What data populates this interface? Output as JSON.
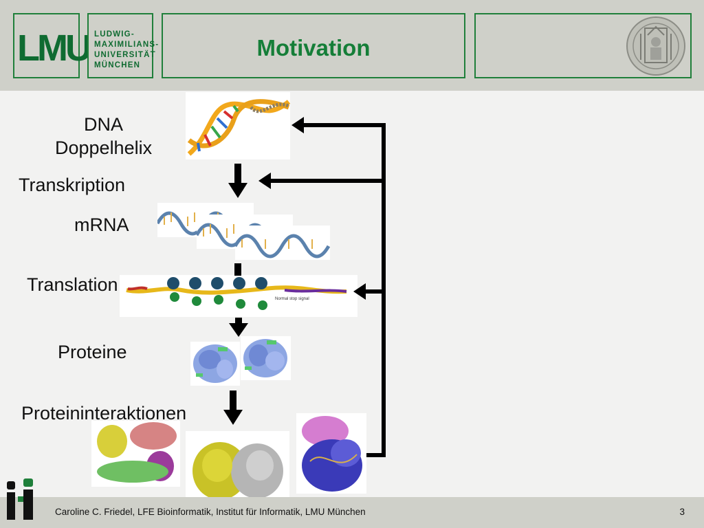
{
  "header": {
    "logo_text": "LMU",
    "university_name": "LUDWIG-\nMAXIMILIANS-\nUNIVERSITÄT\nMÜNCHEN",
    "title": "Motivation"
  },
  "labels": {
    "dna": "DNA\nDoppelhelix",
    "transcription": "Transkription",
    "mrna": "mRNA",
    "translation": "Translation",
    "proteins": "Proteine",
    "interactions": "Proteininteraktionen"
  },
  "ribosome_caption": "Normal stop signal",
  "footer": {
    "text": "Caroline C. Friedel, LFE Bioinformatik, Institut für Informatik, LMU München",
    "page": "3"
  },
  "colors": {
    "brand_green": "#157e38",
    "header_bg": "#cfd0c9",
    "page_bg": "#f2f2f1"
  },
  "icons": [
    "lmu-logo",
    "university-seal-icon",
    "ifi-logo-icon",
    "down-arrow-icon",
    "feedback-arrow-icon"
  ]
}
